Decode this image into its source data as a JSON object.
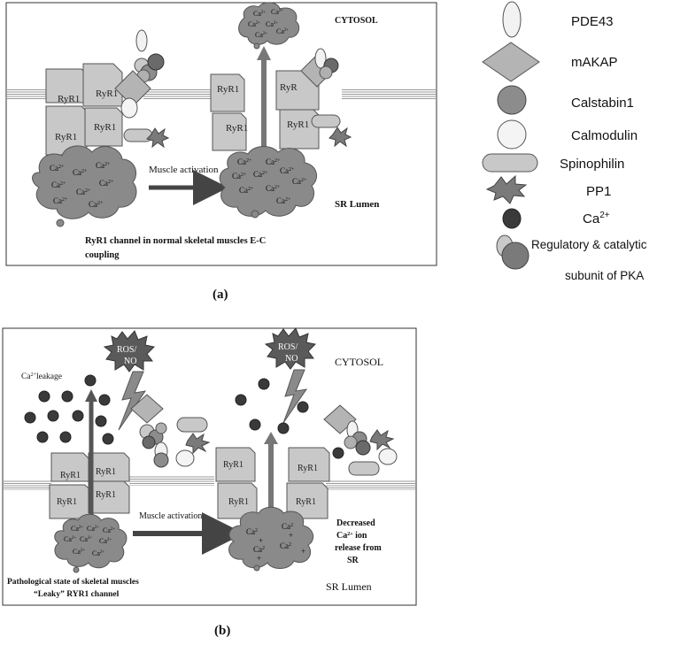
{
  "panel_a": {
    "cytosol": "CYTOSOL",
    "sr_lumen": "SR Lumen",
    "muscle_activation": "Muscle activation",
    "caption_line1": "RyR1 channel in normal skeletal muscles E-C",
    "caption_line2": "coupling",
    "ryr1": "RyR1",
    "ryr_partial": "RyR",
    "ca": "Ca",
    "ca_sup": "2+",
    "label": "(a)"
  },
  "legend": {
    "pde43": "PDE43",
    "makap": "mAKAP",
    "calstabin1": "Calstabin1",
    "calmodulin": "Calmodulin",
    "spinophilin": "Spinophilin",
    "pp1": "PP1",
    "ca": "Ca",
    "ca_sup": "2+",
    "pka_line1": "Regulatory & catalytic",
    "pka_line2": "subunit of PKA"
  },
  "panel_b": {
    "cytosol": "CYTOSOL",
    "sr_lumen": "SR Lumen",
    "ros_no_line1": "ROS/",
    "ros_no_line2": "NO",
    "ca_leakage": "Ca",
    "ca_leakage_sup": "2+",
    "ca_leakage_rest": "leakage",
    "muscle_activation": "Muscle activation",
    "decreased_1": "Decreased",
    "decreased_2_a": "Ca",
    "decreased_2_sup": "2+",
    "decreased_2_b": " ion",
    "decreased_3": "release from",
    "decreased_4": "SR",
    "pathological_1": "Pathological state of skeletal muscles",
    "pathological_2": "“Leaky” RYR1 channel",
    "ryr1": "RyR1",
    "ca": "Ca",
    "ca2": "Ca",
    "ca_sup": "2+",
    "ca_sup2": "2",
    "plus": "+",
    "label": "(b)"
  }
}
